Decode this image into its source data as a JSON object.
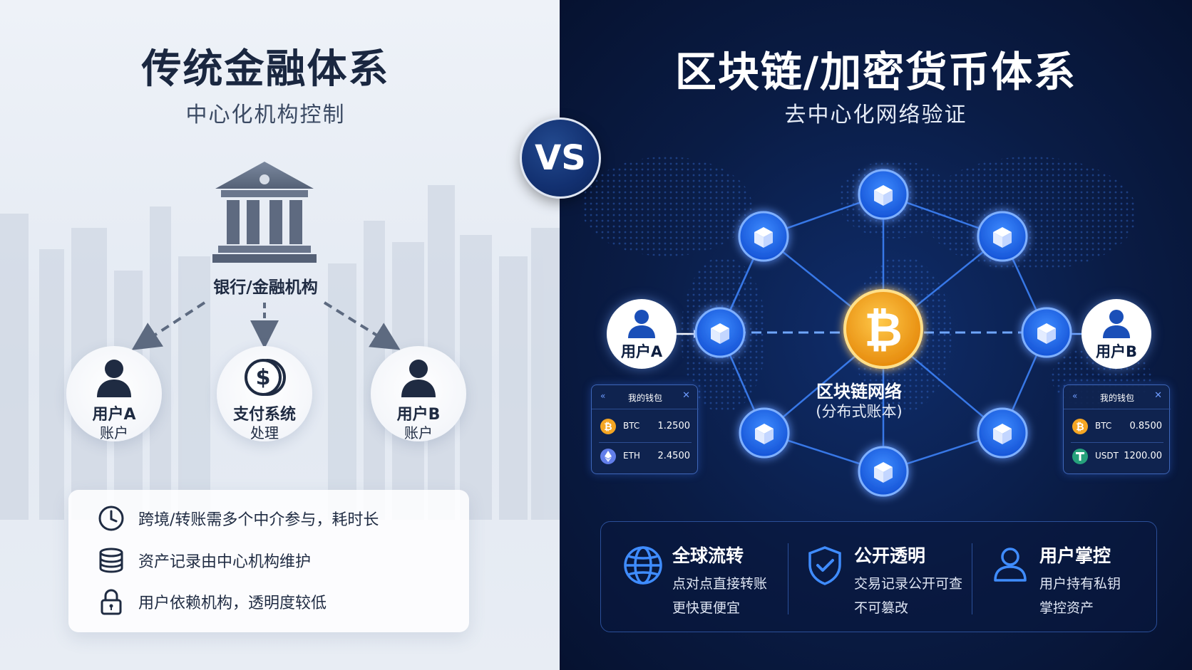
{
  "left": {
    "title": "传统金融体系",
    "subtitle": "中心化机构控制",
    "bank_label": "银行/金融机构",
    "nodes": [
      {
        "line1": "用户A",
        "line2": "账户"
      },
      {
        "line1": "支付系统",
        "line2": "处理"
      },
      {
        "line1": "用户B",
        "line2": "账户"
      }
    ],
    "info": [
      {
        "icon": "clock-icon",
        "text": "跨境/转账需多个中介参与，耗时长"
      },
      {
        "icon": "database-icon",
        "text": "资产记录由中心机构维护"
      },
      {
        "icon": "lock-icon",
        "text": "用户依赖机构，透明度较低"
      }
    ]
  },
  "vs": "VS",
  "right": {
    "title": "区块链/加密货币体系",
    "subtitle": "去中心化网络验证",
    "user_a": "用户A",
    "user_b": "用户B",
    "network_label": "区块链网络",
    "network_sub": "(分布式账本)",
    "wallet_a": {
      "title": "我的钱包",
      "rows": [
        {
          "symbol": "BTC",
          "amount": "1.2500"
        },
        {
          "symbol": "ETH",
          "amount": "2.4500"
        }
      ]
    },
    "wallet_b": {
      "title": "我的钱包",
      "rows": [
        {
          "symbol": "BTC",
          "amount": "0.8500"
        },
        {
          "symbol": "USDT",
          "amount": "1200.00"
        }
      ]
    },
    "features": [
      {
        "icon": "globe-icon",
        "title": "全球流转",
        "line1": "点对点直接转账",
        "line2": "更快更便宜"
      },
      {
        "icon": "shield-check-icon",
        "title": "公开透明",
        "line1": "交易记录公开可查",
        "line2": "不可篡改"
      },
      {
        "icon": "user-icon",
        "title": "用户掌控",
        "line1": "用户持有私钥",
        "line2": "掌控资产"
      }
    ]
  },
  "colors": {
    "left_bg": "#e9eef5",
    "right_bg": "#0a1c45",
    "node_blue": "#1e6cf0",
    "bitcoin_gold": "#f5a623",
    "usdt_green": "#26a17b",
    "eth_blue": "#627eea"
  }
}
